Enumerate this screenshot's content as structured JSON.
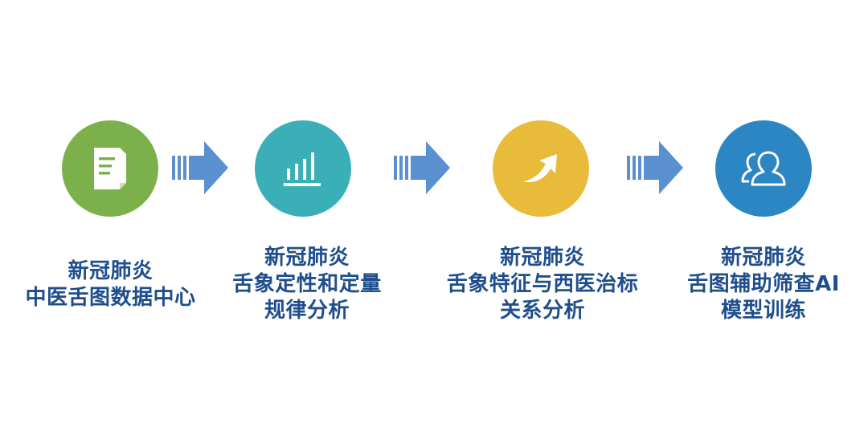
{
  "steps": [
    {
      "color": "#7bb04a",
      "icon": "document-icon",
      "lines": [
        "新冠肺炎",
        "中医舌图数据中心"
      ]
    },
    {
      "color": "#3aafb8",
      "icon": "bar-chart-icon",
      "lines": [
        "新冠肺炎",
        "舌象定性和定量",
        "规律分析"
      ]
    },
    {
      "color": "#e9bb3a",
      "icon": "trend-arrow-icon",
      "lines": [
        "新冠肺炎",
        "舌象特征与西医治标",
        "关系分析"
      ]
    },
    {
      "color": "#2d86c4",
      "icon": "users-icon",
      "lines": [
        "新冠肺炎",
        "舌图辅助筛查AI",
        "模型训练"
      ]
    }
  ],
  "arrow_color": "#5a8fd0"
}
